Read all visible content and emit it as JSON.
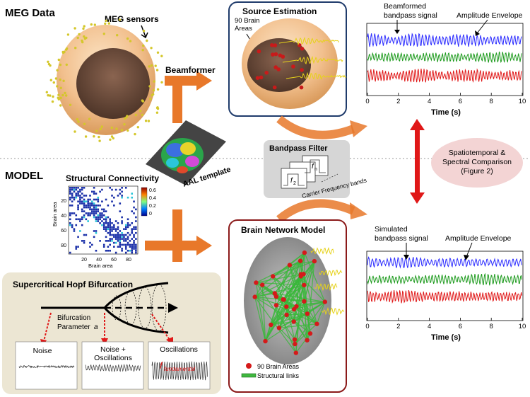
{
  "meg": {
    "title": "MEG Data",
    "sensors_label": "MEG sensors"
  },
  "beamformer_label": "Beamformer",
  "aal_label": "AAL template",
  "source": {
    "title": "Source Estimation",
    "areas_label_1": "90 Brain",
    "areas_label_2": "Areas"
  },
  "emp_signals": {
    "signal_label_1": "Beamformed",
    "signal_label_2": "bandpass signal",
    "envelope_label": "Amplitude Envelope",
    "xlabel": "Time (s)",
    "ticks": [
      "0",
      "2",
      "4",
      "6",
      "8",
      "10"
    ]
  },
  "bandpass": {
    "title": "Bandpass Filter",
    "f2": "f",
    "f2_sub": "2",
    "fn": "f",
    "fn_sub": "n",
    "carrier_label": "Carrier Frequency bands"
  },
  "comparison": {
    "line1": "Spatiotemporal  &",
    "line2": "Spectral Comparison",
    "line3": "(Figure 2)"
  },
  "model_title": "MODEL",
  "connectivity": {
    "title": "Structural Connectivity",
    "xlabel": "Brain area",
    "ylabel": "Brain area",
    "yticks": [
      "20",
      "40",
      "60",
      "80"
    ],
    "xticks": [
      "20",
      "40",
      "60",
      "80"
    ],
    "cbar_ticks": [
      "0.6",
      "0.4",
      "0.2",
      "0"
    ]
  },
  "network": {
    "title": "Brain Network Model",
    "legend_areas": "90 Brain Areas",
    "legend_links": "Structural links"
  },
  "sim_signals": {
    "signal_label_1": "Simulated",
    "signal_label_2": "bandpass signal",
    "envelope_label": "Amplitude Envelope",
    "xlabel": "Time (s)",
    "ticks": [
      "0",
      "2",
      "4",
      "6",
      "8",
      "10"
    ]
  },
  "hopf": {
    "title": "Supercritical Hopf Bifurcation",
    "param_label_1": "Bifurcation",
    "param_label_2": "Parameter",
    "param_symbol": "a",
    "panels": [
      {
        "label_1": "Noise",
        "label_2": ""
      },
      {
        "label_1": "Noise +",
        "label_2": "Oscillations"
      },
      {
        "label_1": "Oscillations",
        "label_2": ""
      }
    ],
    "fundamental": "f",
    "fundamental_sub": "fundamental"
  },
  "colors": {
    "blue": "#2b2bff",
    "green": "#1c9a1c",
    "red": "#e01818",
    "orange": "#e8782a",
    "hopf_bg": "#ece6d3",
    "filter_bg": "#d6d6d6",
    "comparison_bg": "#f3d4d4"
  }
}
